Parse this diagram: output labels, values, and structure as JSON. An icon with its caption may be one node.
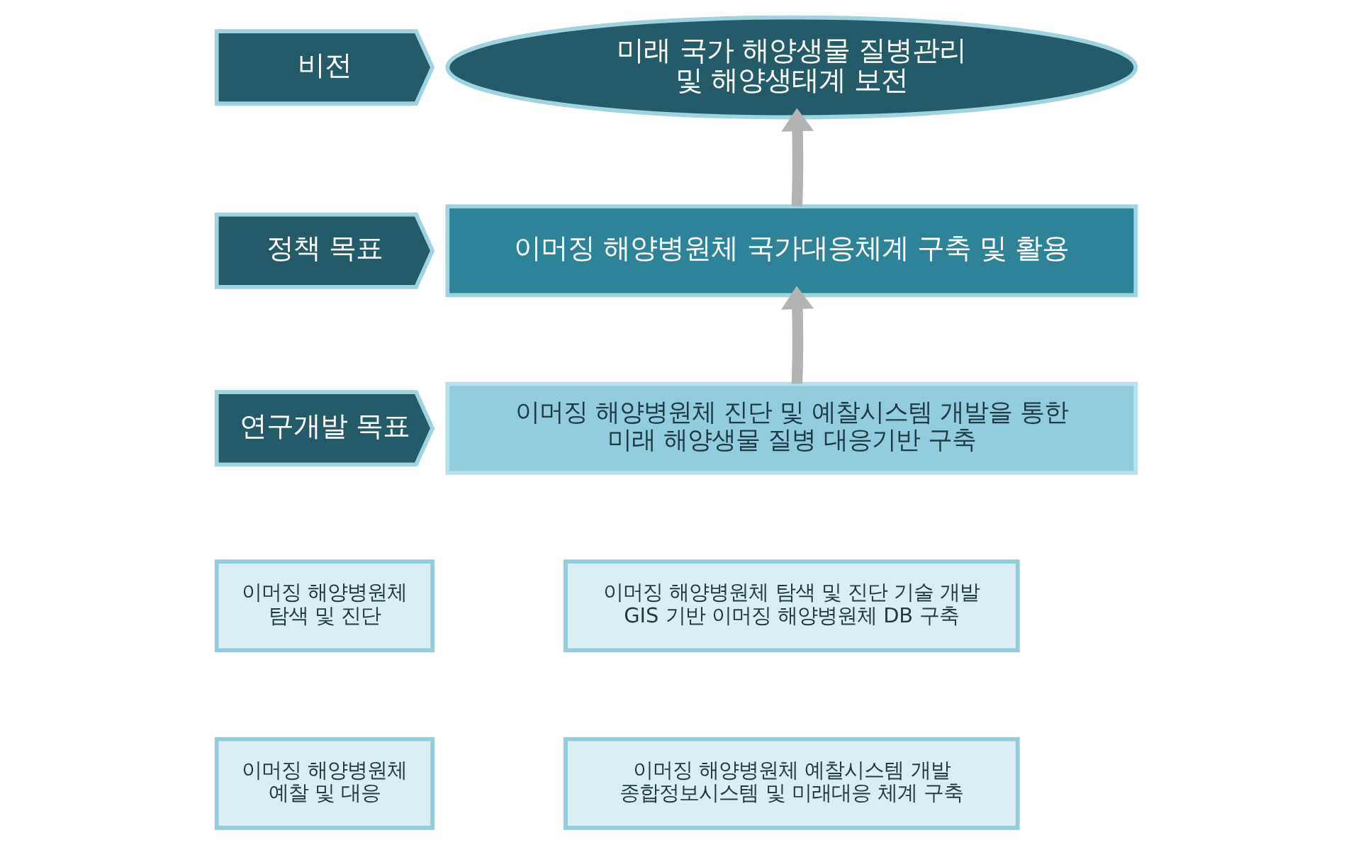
{
  "diagram": {
    "nodes": [
      {
        "text": [
          "비전"
        ]
      },
      {
        "text": [
          "미래 국가 해양생물 질병관리 및 해양생태계 보전"
        ]
      },
      {
        "text": [
          "정책 목표"
        ]
      },
      {
        "text": [
          "이머징 해양병원체 국가대응체계 구축 및 활용"
        ]
      },
      {
        "text": [
          "연구개발 목표"
        ]
      },
      {
        "text": [
          "이머징 해양병원체 진단 및 예찰시스템 개발을 통한 미래 해양생물 질병 대응기반 구축"
        ]
      },
      {
        "text": [
          "이머징 해양병원체 탐색 및 진단"
        ]
      },
      {
        "text": [
          "이머징 해양병원체 탐색 및 진단 기술 개발",
          "GIS 기반 이머징 해양병원체 DB 구축"
        ]
      },
      {
        "text": [
          "이머징 해양병원체 예찰 및 대응"
        ]
      },
      {
        "text": [
          "이머징 해양병원체 예찰시스템 개발",
          "종합정보시스템 및 미래대응 체계 구축"
        ]
      }
    ],
    "edges": [
      {
        "from": 3,
        "to": 1,
        "arrow": "to"
      },
      {
        "from": 5,
        "to": 3,
        "arrow": "to"
      }
    ]
  }
}
